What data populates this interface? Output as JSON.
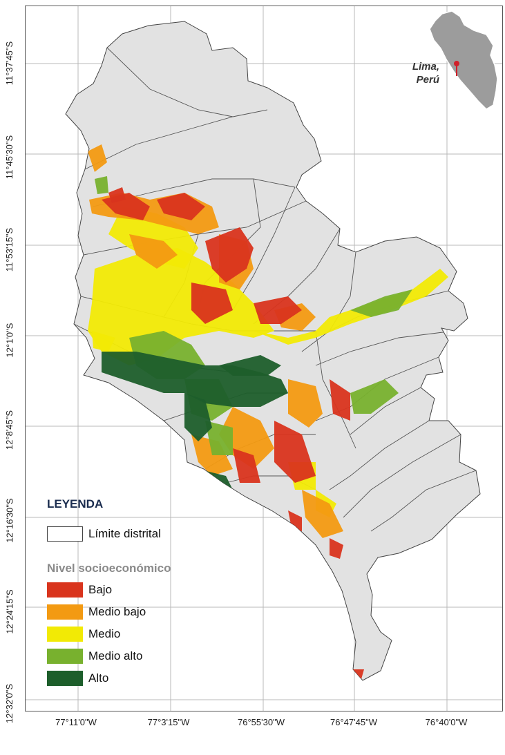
{
  "map": {
    "latitude_labels": [
      "11°37'45\"S",
      "11°45'30\"S",
      "11°53'15\"S",
      "12°1'0\"S",
      "12°8'45\"S",
      "12°16'30\"S",
      "12°24'15\"S",
      "12°32'0\"S"
    ],
    "longitude_labels": [
      "77°11'0\"W",
      "77°3'15\"W",
      "76°55'30\"W",
      "76°47'45\"W",
      "76°40'0\"W"
    ],
    "inset": {
      "line1": "Lima,",
      "line2": "Perú"
    }
  },
  "legend": {
    "title": "LEYENDA",
    "boundary_label": "Límite distrital",
    "subtitle": "Nivel socioeconómico",
    "items": [
      {
        "label": "Bajo",
        "color": "#d9341d"
      },
      {
        "label": "Medio bajo",
        "color": "#f39a12"
      },
      {
        "label": "Medio",
        "color": "#f2ea05"
      },
      {
        "label": "Medio alto",
        "color": "#78b12e"
      },
      {
        "label": "Alto",
        "color": "#1d5e2b"
      }
    ]
  },
  "colors": {
    "land": "#e2e2e2",
    "grid": "#b9b9b9",
    "boundary": "#555555",
    "inset_marker": "#d0202a"
  }
}
